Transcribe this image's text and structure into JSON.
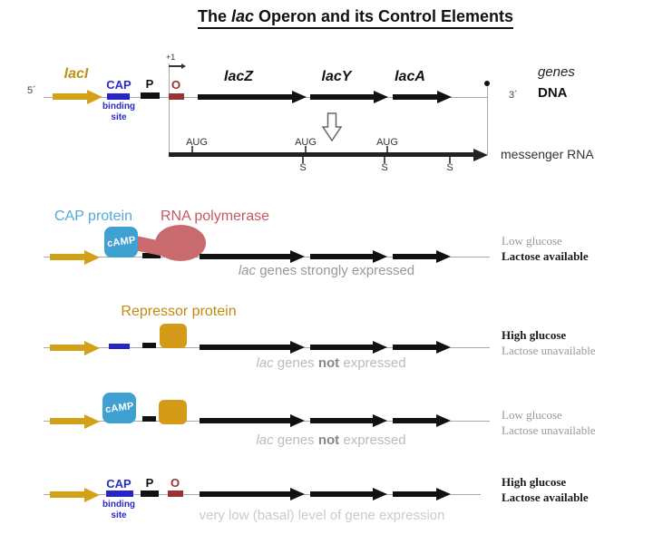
{
  "title": {
    "prefix": "The ",
    "gene": "lac",
    "suffix": " Operon and its Control Elements"
  },
  "operon_map": {
    "five_prime": "5´",
    "three_prime": "3´",
    "laci_gene": "lacI",
    "cap_site_line1": "CAP",
    "cap_site_line2": "binding",
    "cap_site_line3": "site",
    "promoter": "P",
    "operator": "O",
    "transcription_start": "+1",
    "gene_lacz": "lacZ",
    "gene_lacy": "lacY",
    "gene_laca": "lacA",
    "genes_label": "genes",
    "dna_label": "DNA",
    "mrna_label": "messenger RNA",
    "start_codon": "AUG",
    "stop_site": "S"
  },
  "proteins": {
    "cap_protein": "CAP protein",
    "rna_polymerase": "RNA polymerase",
    "camp": "cAMP",
    "repressor": "Repressor protein"
  },
  "scenarios": [
    {
      "caption_gene": "lac",
      "caption_rest": " genes strongly expressed",
      "condition_line1": "Low glucose",
      "condition_line2": "Lactose available"
    },
    {
      "caption_gene": "lac",
      "caption_mid": " genes ",
      "caption_emphasis": "not",
      "caption_rest": " expressed",
      "condition_line1": "High glucose",
      "condition_line2": "Lactose unavailable"
    },
    {
      "caption_gene": "lac",
      "caption_mid": " genes ",
      "caption_emphasis": "not",
      "caption_rest": " expressed",
      "condition_line1": "Low glucose",
      "condition_line2": "Lactose unavailable"
    },
    {
      "caption": "very low (basal) level of gene expression",
      "condition_line1": "High glucose",
      "condition_line2": "Lactose available"
    }
  ],
  "colors": {
    "gold": "#D3A118",
    "dark_blue": "#2626C8",
    "light_blue": "#3FA0D2",
    "rose": "#C96A6E",
    "maroon": "#993333",
    "amber": "#D49A18"
  }
}
